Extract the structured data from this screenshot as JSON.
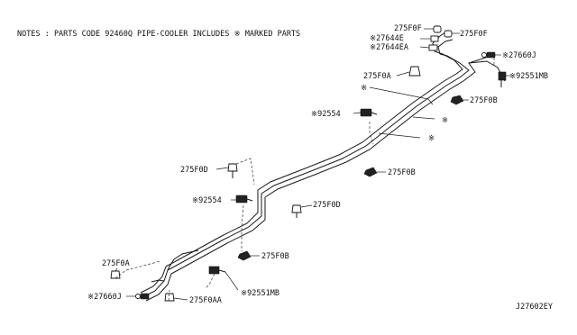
{
  "notes": "NOTES : PARTS CODE 92460Q PIPE-COOLER INCLUDES ※ MARKED PARTS",
  "diagram_id": "J27602EY",
  "labels": {
    "l275f0f_a": "275F0F",
    "l275f0f_b": "275F0F",
    "l27644e": "※27644E",
    "l27644ea": "※27644EA",
    "l27660j_top": "※27660J",
    "l92551mb_top": "※92551MB",
    "l275f0a_top": "275F0A",
    "lmark_a": "※",
    "l275f0b_a": "275F0B",
    "l92554_top": "※92554",
    "lmark_b": "※",
    "lmark_c": "※",
    "l275f0b_b": "275F0B",
    "l275f0d_a": "275F0D",
    "l92554_mid": "※92554",
    "l275f0d_b": "275F0D",
    "l275f0b_c": "275F0B",
    "l275f0a_bot": "275F0A",
    "l92551mb_bot": "※92551MB",
    "l27660j_bot": "※27660J",
    "l275f0aa": "275F0AA"
  }
}
